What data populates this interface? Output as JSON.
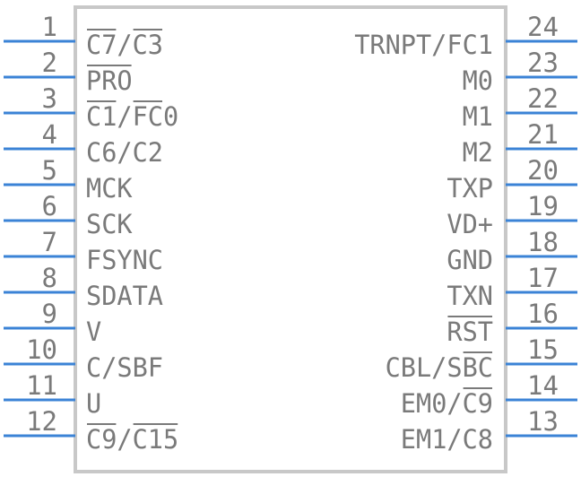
{
  "left_pins": [
    {
      "number": "1",
      "parts": [
        {
          "text": "C7",
          "bar": true
        },
        {
          "text": "/",
          "bar": false
        },
        {
          "text": "C3",
          "bar": true
        }
      ]
    },
    {
      "number": "2",
      "parts": [
        {
          "text": "PRO",
          "bar": true
        }
      ]
    },
    {
      "number": "3",
      "parts": [
        {
          "text": "C1",
          "bar": true
        },
        {
          "text": "/",
          "bar": false
        },
        {
          "text": "FC",
          "bar": true
        },
        {
          "text": "0",
          "bar": false
        }
      ]
    },
    {
      "number": "4",
      "parts": [
        {
          "text": "C6/C2",
          "bar": false
        }
      ]
    },
    {
      "number": "5",
      "parts": [
        {
          "text": "MCK",
          "bar": false
        }
      ]
    },
    {
      "number": "6",
      "parts": [
        {
          "text": "SCK",
          "bar": false
        }
      ]
    },
    {
      "number": "7",
      "parts": [
        {
          "text": "FSYNC",
          "bar": false
        }
      ]
    },
    {
      "number": "8",
      "parts": [
        {
          "text": "SDATA",
          "bar": false
        }
      ]
    },
    {
      "number": "9",
      "parts": [
        {
          "text": "V",
          "bar": false
        }
      ]
    },
    {
      "number": "10",
      "parts": [
        {
          "text": "C/SBF",
          "bar": false
        }
      ]
    },
    {
      "number": "11",
      "parts": [
        {
          "text": "U",
          "bar": false
        }
      ]
    },
    {
      "number": "12",
      "parts": [
        {
          "text": "C9",
          "bar": true
        },
        {
          "text": "/",
          "bar": false
        },
        {
          "text": "C15",
          "bar": true
        }
      ]
    }
  ],
  "right_pins": [
    {
      "number": "24",
      "parts": [
        {
          "text": "TRNPT/FC1",
          "bar": false
        }
      ]
    },
    {
      "number": "23",
      "parts": [
        {
          "text": "M0",
          "bar": false
        }
      ]
    },
    {
      "number": "22",
      "parts": [
        {
          "text": "M1",
          "bar": false
        }
      ]
    },
    {
      "number": "21",
      "parts": [
        {
          "text": "M2",
          "bar": false
        }
      ]
    },
    {
      "number": "20",
      "parts": [
        {
          "text": "TXP",
          "bar": false
        }
      ]
    },
    {
      "number": "19",
      "parts": [
        {
          "text": "VD+",
          "bar": false
        }
      ]
    },
    {
      "number": "18",
      "parts": [
        {
          "text": "GND",
          "bar": false
        }
      ]
    },
    {
      "number": "17",
      "parts": [
        {
          "text": "TXN",
          "bar": false
        }
      ]
    },
    {
      "number": "16",
      "parts": [
        {
          "text": "RST",
          "bar": true
        }
      ]
    },
    {
      "number": "15",
      "parts": [
        {
          "text": "CBL/S",
          "bar": false
        },
        {
          "text": "BC",
          "bar": true
        }
      ]
    },
    {
      "number": "14",
      "parts": [
        {
          "text": "EM0/",
          "bar": false
        },
        {
          "text": "C9",
          "bar": true
        }
      ]
    },
    {
      "number": "13",
      "parts": [
        {
          "text": "EM1/C8",
          "bar": false
        }
      ]
    }
  ],
  "colors": {
    "body_outline": "#c8c8c8",
    "pin_line": "#3b83d6",
    "text": "#7a7a7a"
  }
}
